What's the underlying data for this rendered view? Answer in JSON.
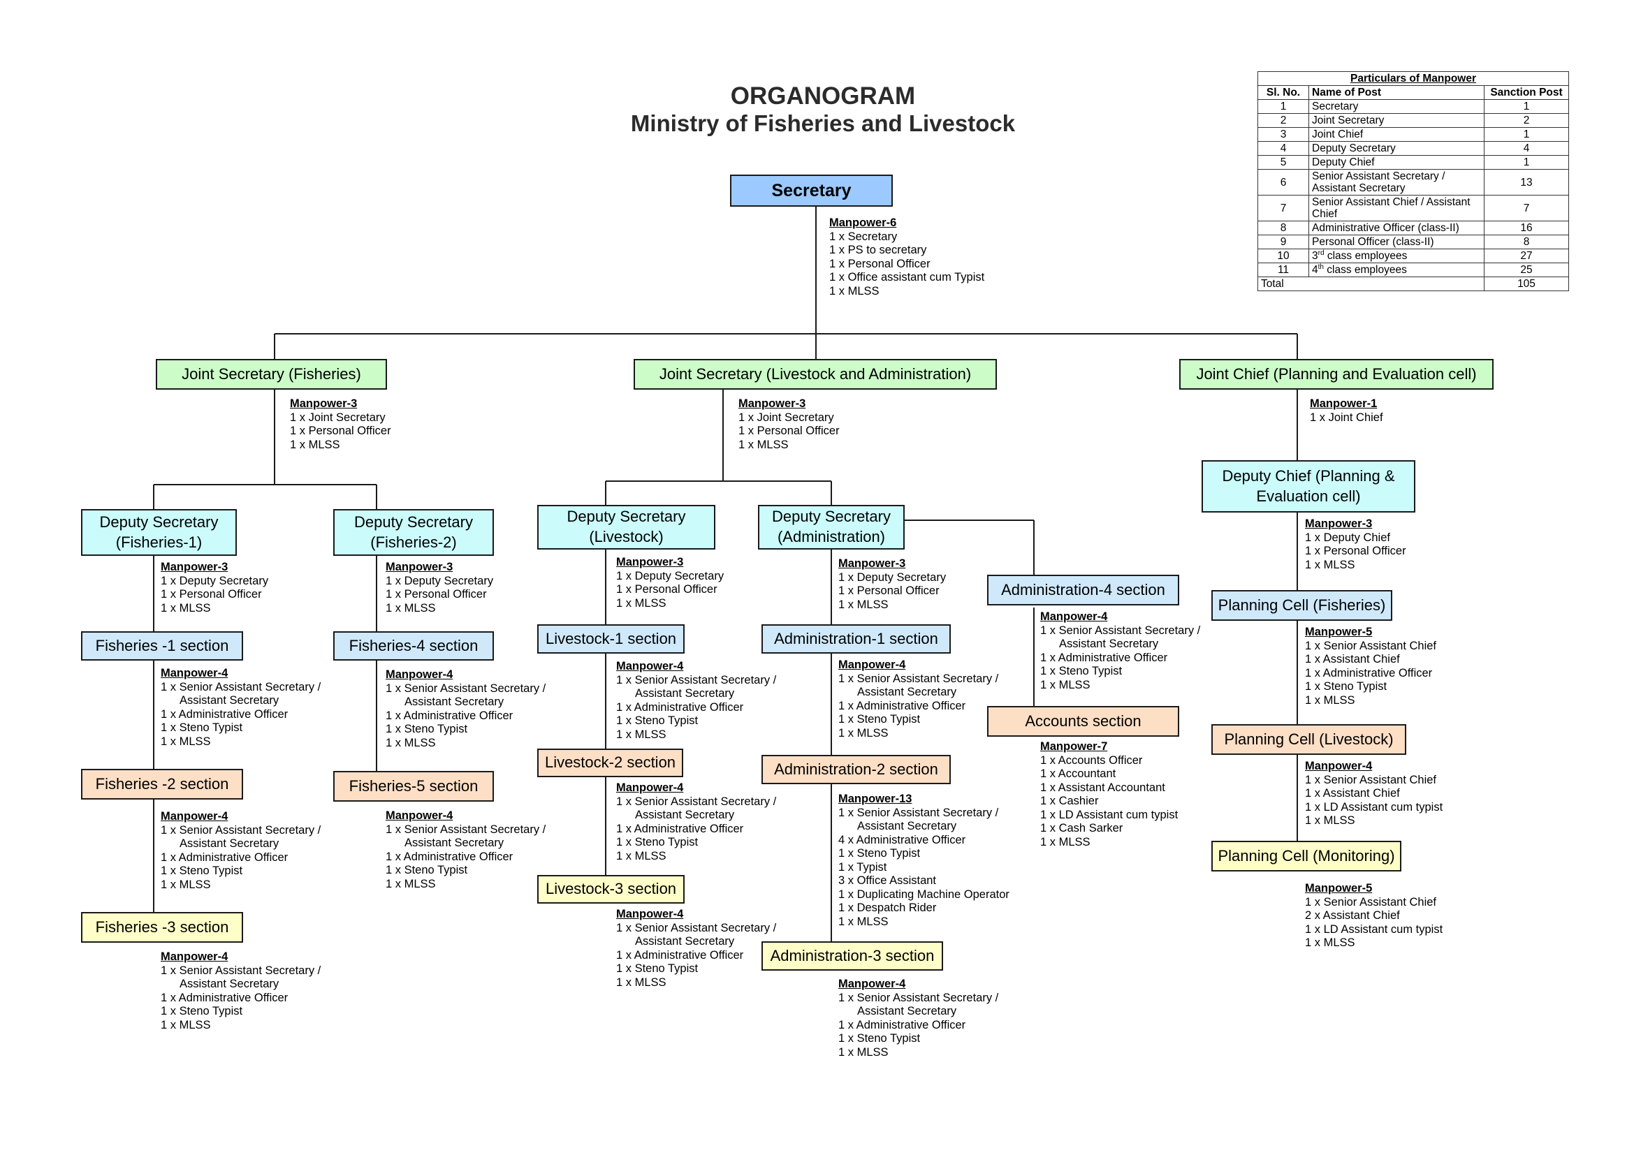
{
  "title": "ORGANOGRAM",
  "subtitle": "Ministry of Fisheries and Livestock",
  "particulars": {
    "caption": "Particulars of Manpower",
    "headers": [
      "Sl. No.",
      "Name of Post",
      "Sanction Post"
    ],
    "rows": [
      {
        "no": "1",
        "post": "Secretary",
        "count": "1"
      },
      {
        "no": "2",
        "post": "Joint Secretary",
        "count": "2"
      },
      {
        "no": "3",
        "post": "Joint Chief",
        "count": "1"
      },
      {
        "no": "4",
        "post": "Deputy Secretary",
        "count": "4"
      },
      {
        "no": "5",
        "post": "Deputy Chief",
        "count": "1"
      },
      {
        "no": "6",
        "post": "Senior Assistant Secretary / Assistant Secretary",
        "count": "13"
      },
      {
        "no": "7",
        "post": "Senior Assistant Chief / Assistant Chief",
        "count": "7"
      },
      {
        "no": "8",
        "post": "Administrative Officer (class-II)",
        "count": "16"
      },
      {
        "no": "9",
        "post": "Personal Officer (class-II)",
        "count": "8"
      },
      {
        "no": "10",
        "post_num": "3",
        "post_sup": "rd",
        "post_rest": " class employees",
        "count": "27"
      },
      {
        "no": "11",
        "post_num": "4",
        "post_sup": "th",
        "post_rest": " class employees",
        "count": "25"
      }
    ],
    "total_label": "Total",
    "total": "105"
  },
  "colors": {
    "secretary": "#9cc9ff",
    "joint": "#ccfdc9",
    "deputy": "#cbfbfb",
    "section_blue": "#cfe9fb",
    "section_orange": "#fddfc6",
    "section_yellow": "#fefec9"
  },
  "nodes": {
    "secretary": {
      "label": "Secretary",
      "mp": {
        "header": "Manpower-6",
        "lines": [
          "1 x Secretary",
          "1 x PS to secretary",
          "1 x Personal Officer",
          "1 x Office assistant cum Typist",
          "1 x MLSS"
        ]
      }
    },
    "js_fish": {
      "label": "Joint Secretary (Fisheries)",
      "mp": {
        "header": "Manpower-3",
        "lines": [
          "1 x Joint Secretary",
          "1 x Personal Officer",
          "1 x MLSS"
        ]
      }
    },
    "js_live": {
      "label": "Joint Secretary (Livestock and Administration)",
      "mp": {
        "header": "Manpower-3",
        "lines": [
          "1 x Joint Secretary",
          "1 x Personal Officer",
          "1 x MLSS"
        ]
      }
    },
    "jc_plan": {
      "label": "Joint Chief (Planning and Evaluation cell)",
      "mp": {
        "header": "Manpower-1",
        "lines": [
          "1 x Joint Chief"
        ]
      }
    },
    "ds_f1": {
      "line1": "Deputy Secretary",
      "line2": "(Fisheries-1)",
      "mp": {
        "header": "Manpower-3",
        "lines": [
          "1 x Deputy Secretary",
          "1 x Personal Officer",
          "1 x MLSS"
        ]
      }
    },
    "ds_f2": {
      "line1": "Deputy Secretary",
      "line2": "(Fisheries-2)",
      "mp": {
        "header": "Manpower-3",
        "lines": [
          "1 x Deputy Secretary",
          "1 x Personal Officer",
          "1 x MLSS"
        ]
      }
    },
    "ds_live": {
      "line1": "Deputy Secretary",
      "line2": "(Livestock)",
      "mp": {
        "header": "Manpower-3",
        "lines": [
          "1 x Deputy Secretary",
          "1 x Personal Officer",
          "1 x MLSS"
        ]
      }
    },
    "ds_admin": {
      "line1": "Deputy Secretary",
      "line2": "(Administration)",
      "mp": {
        "header": "Manpower-3",
        "lines": [
          "1 x Deputy Secretary",
          "1 x Personal Officer",
          "1 x MLSS"
        ]
      }
    },
    "dc_plan": {
      "line1": "Deputy Chief (Planning &",
      "line2": "Evaluation cell)",
      "mp": {
        "header": "Manpower-3",
        "lines": [
          "1 x Deputy Chief",
          "1 x Personal Officer",
          "1 x MLSS"
        ]
      }
    },
    "fish1": {
      "label": "Fisheries -1 section",
      "mp": {
        "header": "Manpower-4",
        "line1a": "1 x Senior Assistant Secretary /",
        "line1b": "Assistant Secretary",
        "lines": [
          "1 x Administrative Officer",
          "1 x Steno Typist",
          "1 x MLSS"
        ]
      }
    },
    "fish2": {
      "label": "Fisheries -2 section",
      "mp": {
        "header": "Manpower-4",
        "line1a": "1 x Senior Assistant Secretary /",
        "line1b": "Assistant Secretary",
        "lines": [
          "1 x Administrative Officer",
          "1 x Steno Typist",
          "1 x MLSS"
        ]
      }
    },
    "fish3": {
      "label": "Fisheries -3 section",
      "mp": {
        "header": "Manpower-4",
        "line1a": "1 x Senior Assistant Secretary /",
        "line1b": "Assistant Secretary",
        "lines": [
          "1 x Administrative Officer",
          "1 x Steno Typist",
          "1 x MLSS"
        ]
      }
    },
    "fish4": {
      "label": "Fisheries-4 section",
      "mp": {
        "header": "Manpower-4",
        "line1a": "1 x Senior Assistant Secretary /",
        "line1b": "Assistant Secretary",
        "lines": [
          "1 x Administrative Officer",
          "1 x Steno Typist",
          "1 x MLSS"
        ]
      }
    },
    "fish5": {
      "label": "Fisheries-5 section",
      "mp": {
        "header": "Manpower-4",
        "line1a": "1 x Senior Assistant Secretary /",
        "line1b": "Assistant Secretary",
        "lines": [
          "1 x Administrative Officer",
          "1 x Steno Typist",
          "1 x MLSS"
        ]
      }
    },
    "live1": {
      "label": "Livestock-1 section",
      "mp": {
        "header": "Manpower-4",
        "line1a": "1 x Senior Assistant Secretary /",
        "line1b": "Assistant Secretary",
        "lines": [
          "1 x Administrative Officer",
          "1 x Steno Typist",
          "1 x MLSS"
        ]
      }
    },
    "live2": {
      "label": "Livestock-2 section",
      "mp": {
        "header": "Manpower-4",
        "line1a": "1 x Senior Assistant Secretary /",
        "line1b": "Assistant Secretary",
        "lines": [
          "1 x Administrative Officer",
          "1 x Steno Typist",
          "1 x MLSS"
        ]
      }
    },
    "live3": {
      "label": "Livestock-3 section",
      "mp": {
        "header": "Manpower-4",
        "line1a": "1 x Senior Assistant Secretary /",
        "line1b": "Assistant Secretary",
        "lines": [
          "1 x Administrative Officer",
          "1 x Steno Typist",
          "1 x MLSS"
        ]
      }
    },
    "adm1": {
      "label": "Administration-1 section",
      "mp": {
        "header": "Manpower-4",
        "line1a": "1 x Senior Assistant Secretary /",
        "line1b": "Assistant Secretary",
        "lines": [
          "1 x Administrative Officer",
          "1 x Steno Typist",
          "1 x MLSS"
        ]
      }
    },
    "adm2": {
      "label": "Administration-2 section",
      "mp": {
        "header": "Manpower-13",
        "line1a": "1 x Senior Assistant Secretary /",
        "line1b": "Assistant Secretary",
        "lines": [
          "4 x Administrative Officer",
          "1 x Steno Typist",
          "1 x Typist",
          "3 x Office Assistant",
          "1 x Duplicating Machine Operator",
          "1 x Despatch Rider",
          "1 x MLSS"
        ]
      }
    },
    "adm3": {
      "label": "Administration-3 section",
      "mp": {
        "header": "Manpower-4",
        "line1a": "1 x Senior Assistant Secretary /",
        "line1b": "Assistant Secretary",
        "lines": [
          "1 x Administrative Officer",
          "1 x Steno Typist",
          "1 x MLSS"
        ]
      }
    },
    "adm4": {
      "label": "Administration-4 section",
      "mp": {
        "header": "Manpower-4",
        "line1a": "1 x Senior Assistant Secretary /",
        "line1b": "Assistant Secretary",
        "lines": [
          "1 x Administrative Officer",
          "1 x Steno Typist",
          "1 x MLSS"
        ]
      }
    },
    "accounts": {
      "label": "Accounts section",
      "mp": {
        "header": "Manpower-7",
        "lines": [
          "1 x Accounts Officer",
          "1 x Accountant",
          "1 x Assistant Accountant",
          "1 x Cashier",
          "1 x LD Assistant cum typist",
          "1 x Cash Sarker",
          "1 x MLSS"
        ]
      }
    },
    "pc_fish": {
      "label": "Planning Cell (Fisheries)",
      "mp": {
        "header": "Manpower-5",
        "lines": [
          "1 x Senior Assistant Chief",
          "1 x Assistant Chief",
          "1 x Administrative Officer",
          "1 x Steno Typist",
          "1 x MLSS"
        ]
      }
    },
    "pc_live": {
      "label": "Planning Cell (Livestock)",
      "mp": {
        "header": "Manpower-4",
        "lines": [
          "1 x Senior Assistant Chief",
          "1 x Assistant Chief",
          "1 x LD Assistant cum typist",
          "1 x MLSS"
        ]
      }
    },
    "pc_mon": {
      "label": "Planning Cell (Monitoring)",
      "mp": {
        "header": "Manpower-5",
        "lines": [
          "1 x Senior Assistant Chief",
          "2 x Assistant Chief",
          "1 x LD Assistant cum typist",
          "1 x MLSS"
        ]
      }
    }
  }
}
